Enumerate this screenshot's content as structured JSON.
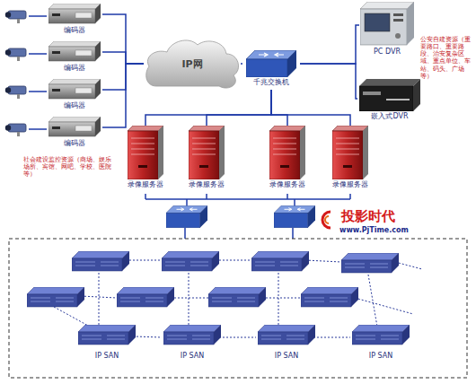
{
  "diagram": {
    "nodes": [
      {
        "text": [
          "编码器"
        ]
      },
      {
        "text": [
          "编码器"
        ]
      },
      {
        "text": [
          "编码器"
        ]
      },
      {
        "text": [
          "编码器"
        ]
      },
      {
        "text": [
          "IP网"
        ]
      },
      {
        "text": [
          "千兆交换机"
        ]
      },
      {
        "text": [
          "PC DVR"
        ]
      },
      {
        "text": [
          "嵌入式DVR"
        ]
      },
      {
        "text": [
          "录像服务器"
        ]
      },
      {
        "text": [
          "录像服务器"
        ]
      },
      {
        "text": [
          "录像服务器"
        ]
      },
      {
        "text": [
          "录像服务器"
        ]
      },
      {
        "text": [
          "IP SAN"
        ]
      },
      {
        "text": [
          "IP SAN"
        ]
      },
      {
        "text": [
          "IP SAN"
        ]
      },
      {
        "text": [
          "IP SAN"
        ]
      }
    ],
    "edges": [
      {
        "from": 0,
        "to": 4,
        "arrow": "none"
      },
      {
        "from": 1,
        "to": 4,
        "arrow": "none"
      },
      {
        "from": 2,
        "to": 4,
        "arrow": "none"
      },
      {
        "from": 3,
        "to": 4,
        "arrow": "none"
      },
      {
        "from": 4,
        "to": 5,
        "arrow": "none"
      },
      {
        "from": 5,
        "to": 6,
        "arrow": "none"
      },
      {
        "from": 5,
        "to": 7,
        "arrow": "none"
      },
      {
        "from": 5,
        "to": 8,
        "arrow": "none"
      },
      {
        "from": 5,
        "to": 9,
        "arrow": "none"
      },
      {
        "from": 5,
        "to": 10,
        "arrow": "none"
      },
      {
        "from": 5,
        "to": 11,
        "arrow": "none"
      }
    ],
    "labels": [
      "社会建设监控资源（商场、娱乐场所、宾馆、网吧、学校、医院等）",
      "公安自建资源（重要路口、重要路段、治安复杂区域、重点单位、车站、码头、广场等）",
      "投影时代",
      "www.PjTime.com"
    ]
  }
}
